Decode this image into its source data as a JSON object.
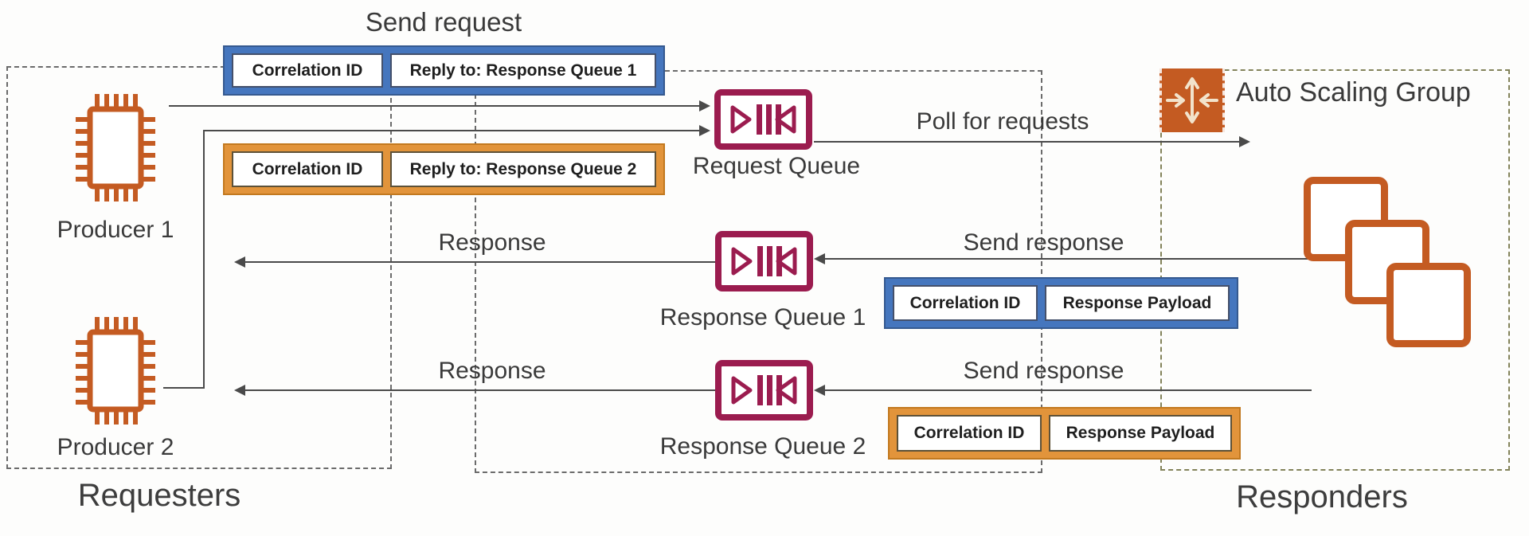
{
  "diagram": {
    "title_send_request": "Send request",
    "groups": {
      "requesters": "Requesters",
      "responders": "Responders"
    },
    "producers": {
      "p1": "Producer 1",
      "p2": "Producer 2"
    },
    "queues": {
      "request": "Request Queue",
      "response1": "Response Queue 1",
      "response2": "Response Queue 2"
    },
    "labels": {
      "poll": "Poll for requests",
      "response": "Response",
      "send_response": "Send response",
      "asg": "Auto Scaling Group"
    },
    "messages": {
      "request_q1": {
        "correlation": "Correlation ID",
        "reply_to": "Reply to: Response Queue 1"
      },
      "request_q2": {
        "correlation": "Correlation ID",
        "reply_to": "Reply to: Response Queue 2"
      },
      "response_q1": {
        "correlation": "Correlation ID",
        "payload": "Response Payload"
      },
      "response_q2": {
        "correlation": "Correlation ID",
        "payload": "Response Payload"
      }
    },
    "colors": {
      "producer_orange": "#C45B22",
      "queue_maroon": "#9B1C4F",
      "message_blue": "#4576BE",
      "message_orange": "#E2943B",
      "line_gray": "#4a4a4a",
      "dashed_gray": "#6b6b6b",
      "responders_border": "#83835a"
    }
  }
}
